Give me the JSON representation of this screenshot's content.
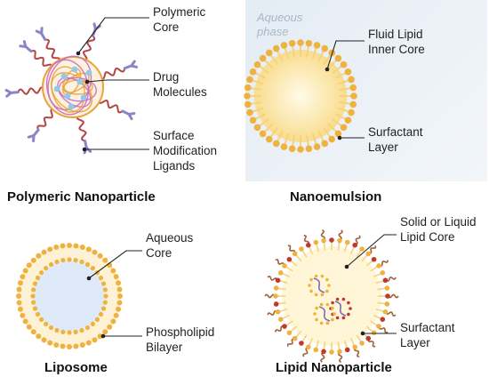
{
  "polymeric": {
    "title": "Polymeric Nanoparticle",
    "labels": {
      "core": [
        "Polymeric",
        "Core"
      ],
      "drug": [
        "Drug",
        "Molecules"
      ],
      "surface": [
        "Surface",
        "Modification",
        "Ligands"
      ]
    }
  },
  "nanoemulsion": {
    "title": "Nanoemulsion",
    "phase": [
      "Aqueous",
      "phase"
    ],
    "labels": {
      "core": [
        "Fluid Lipid",
        "Inner Core"
      ],
      "surfactant": [
        "Surfactant",
        "Layer"
      ]
    }
  },
  "liposome": {
    "title": "Liposome",
    "labels": {
      "core": [
        "Aqueous",
        "Core"
      ],
      "bilayer": [
        "Phospholipid",
        "Bilayer"
      ]
    }
  },
  "lipid_np": {
    "title": "Lipid Nanoparticle",
    "labels": {
      "core": [
        "Solid or Liquid",
        "Lipid Core"
      ],
      "surfactant": [
        "Surfactant",
        "Layer"
      ]
    }
  },
  "colors": {
    "polymer_orange": "#e8a33a",
    "polymer_pink": "#c86cc0",
    "drug_blue": "#8ec9ee",
    "ligand_purple": "#8a84c8",
    "tether_red": "#b44646",
    "lipid_head": "#f0b23e",
    "lipid_tail": "#f6d27e",
    "core_cream": "#fff6d8",
    "liposome_core": "#dfeaf8",
    "lnp_head_red": "#c0392b",
    "lnp_tail_brown": "#a0603a",
    "nucleic_purple": "#7d6bb5"
  }
}
